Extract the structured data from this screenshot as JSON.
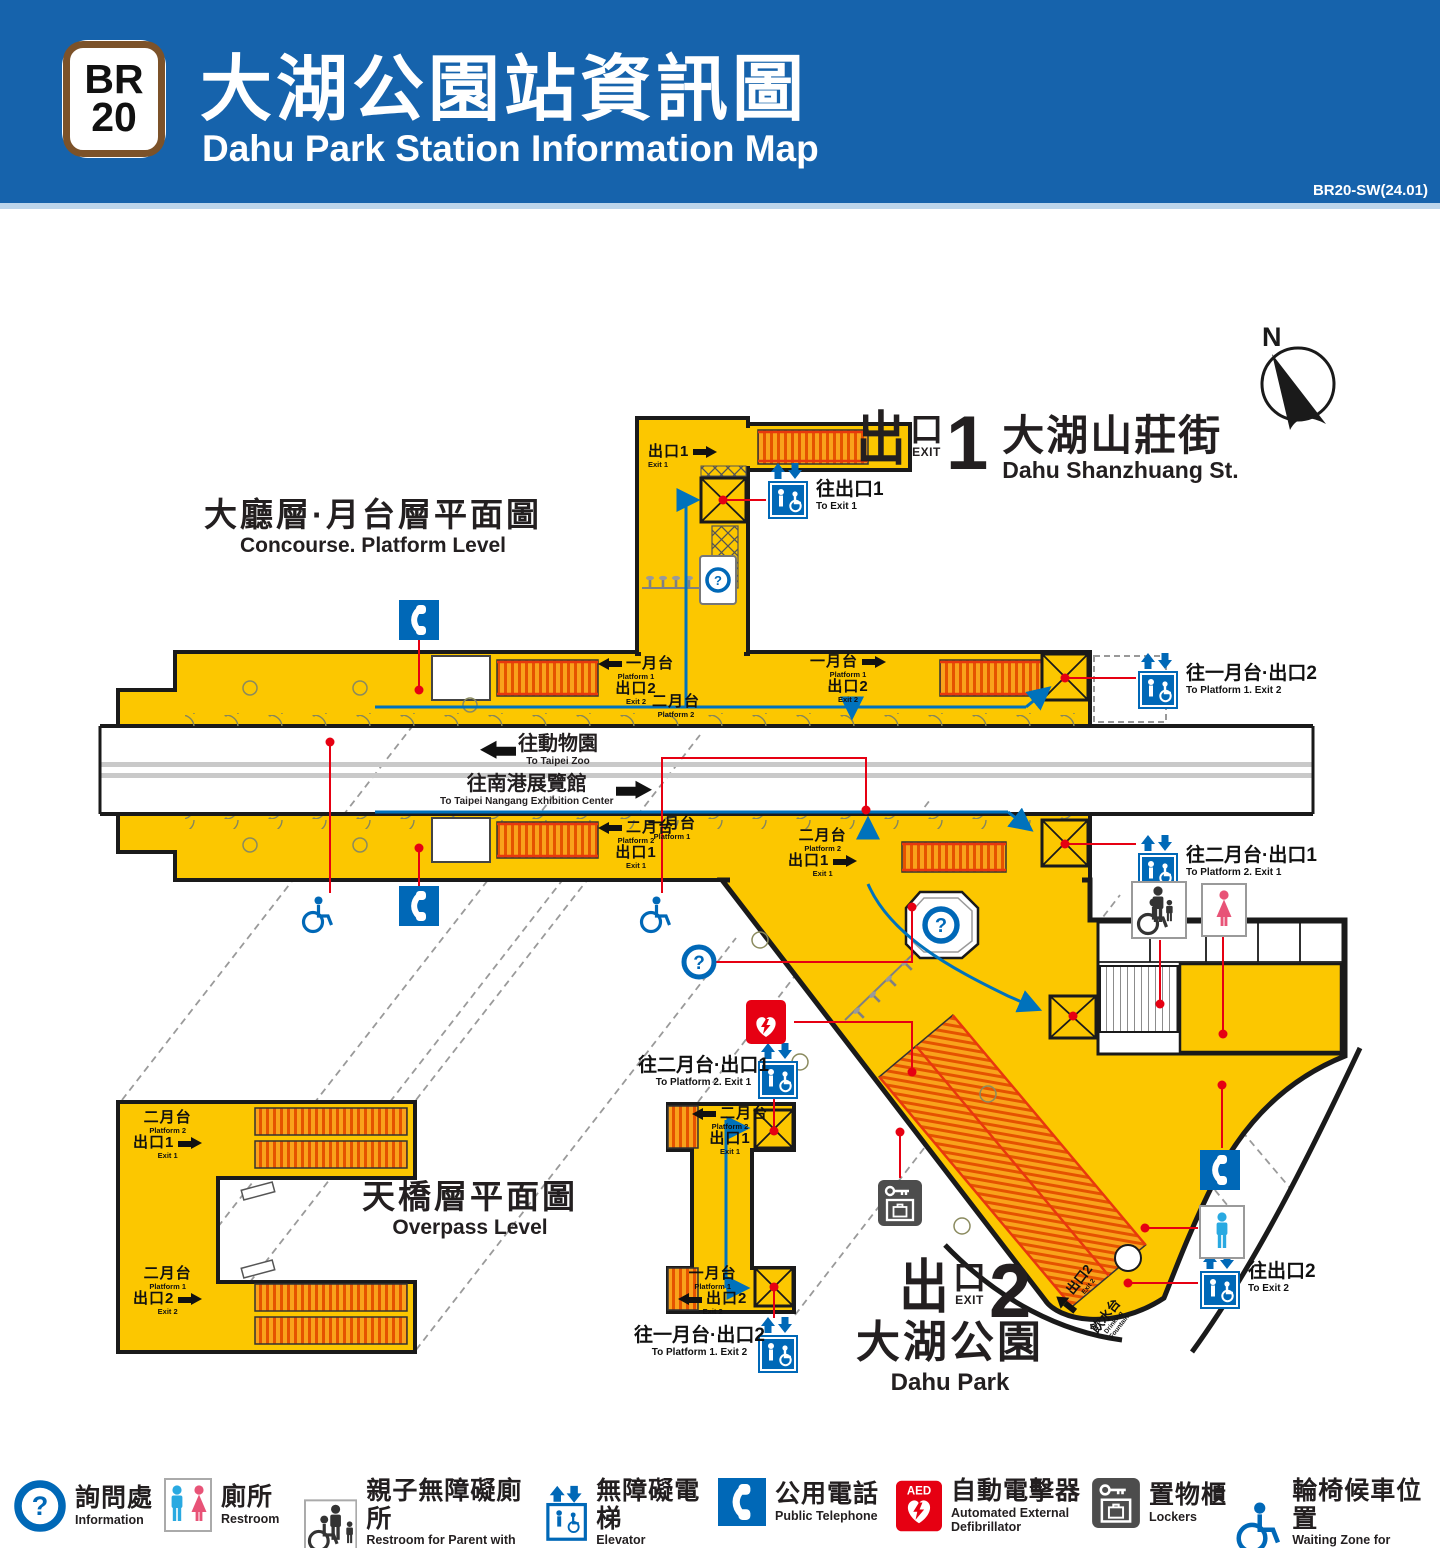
{
  "colors": {
    "header_blue": "#1663AC",
    "line_brown": "#7C5229",
    "map_yellow": "#FCC700",
    "escalator_orange": "#F9A21B",
    "accent_blue": "#0068B7",
    "route_blue": "#0072BC",
    "callout_red": "#E60012",
    "female_pink": "#E85377",
    "male_blue": "#29A9E1",
    "locker_gray": "#4D4D4D"
  },
  "header": {
    "badge_line": "BR",
    "badge_number": "20",
    "title_zh": "大湖公園站資訊圖",
    "title_en": "Dahu Park Station Information Map",
    "version": "BR20-SW(24.01)"
  },
  "compass": {
    "label": "N"
  },
  "levels": {
    "concourse_zh": "大廳層·月台層平面圖",
    "concourse_en": "Concourse. Platform Level",
    "overpass_zh": "天橋層平面圖",
    "overpass_en": "Overpass Level"
  },
  "exits": {
    "exit1": {
      "chu": "出",
      "kou": "口",
      "exit_en": "EXIT",
      "number": "1",
      "name_zh": "大湖山莊街",
      "name_en": "Dahu Shanzhuang St."
    },
    "exit2": {
      "chu": "出",
      "kou": "口",
      "exit_en": "EXIT",
      "number": "2",
      "name_zh": "大湖公園",
      "name_en": "Dahu Park"
    }
  },
  "tracks": {
    "zoo_zh": "往動物園",
    "zoo_en": "To Taipei Zoo",
    "nangang_zh": "往南港展覽館",
    "nangang_en": "To Taipei Nangang Exhibition Center"
  },
  "platforms": {
    "corridor_exit1": {
      "zh": "出口1",
      "en": "Exit 1"
    },
    "upper_left": {
      "p_zh": "一月台",
      "p_en": "Platform 1",
      "x_zh": "出口2",
      "x_en": "Exit 2"
    },
    "upper_right": {
      "p_zh": "一月台",
      "p_en": "Platform 1",
      "x_zh": "出口2",
      "x_en": "Exit 2"
    },
    "upper_center": {
      "zh": "二月台",
      "en": "Platform 2"
    },
    "lower_center": {
      "zh": "一月台",
      "en": "Platform 1"
    },
    "lower_left": {
      "p_zh": "二月台",
      "p_en": "Platform 2",
      "x_zh": "出口1",
      "x_en": "Exit 1"
    },
    "lower_mid": {
      "p_zh": "二月台",
      "p_en": "Platform 2",
      "x_zh": "出口1",
      "x_en": "Exit 1"
    },
    "t_top": {
      "p_zh": "二月台",
      "p_en": "Platform 2",
      "x_zh": "出口1",
      "x_en": "Exit 1"
    },
    "t_bottom": {
      "p_zh": "一月台",
      "p_en": "Platform 1",
      "x_zh": "出口2",
      "x_en": "Exit 2"
    },
    "c_top": {
      "p_zh": "二月台",
      "p_en": "Platform 2",
      "x_zh": "出口1",
      "x_en": "Exit 1"
    },
    "c_bottom": {
      "p_zh": "二月台",
      "p_en": "Platform 1",
      "x_zh": "出口2",
      "x_en": "Exit 2"
    }
  },
  "routes": {
    "to_exit1": {
      "zh": "往出口1",
      "en": "To Exit 1"
    },
    "to_p1_exit2": {
      "zh": "往一月台·出口2",
      "en": "To Platform 1. Exit 2"
    },
    "to_p2_exit1": {
      "zh": "往二月台·出口1",
      "en": "To Platform 2. Exit 1"
    },
    "ov_to_p2_exit1": {
      "zh": "往二月台·出口1",
      "en": "To Platform 2. Exit 1"
    },
    "ov_to_p1_exit2": {
      "zh": "往一月台·出口2",
      "en": "To Platform 1. Exit 2"
    },
    "to_exit2": {
      "zh": "往出口2",
      "en": "To Exit 2"
    }
  },
  "fan": {
    "exit_zh": "出口2",
    "exit_en": "Exit 2",
    "fountain_zh": "飲水台",
    "fountain_en": "Drinking Fountain"
  },
  "icons": {
    "question": "?",
    "aed": "AED"
  },
  "legend": [
    {
      "zh": "詢問處",
      "en": "Information"
    },
    {
      "zh": "廁所",
      "en": "Restroom"
    },
    {
      "zh": "親子無障礙廁所",
      "en": "Restroom for Parent with Toddler or Disabled Passengers"
    },
    {
      "zh": "無障礙電梯",
      "en": "Elevator"
    },
    {
      "zh": "公用電話",
      "en": "Public Telephone"
    },
    {
      "zh": "自動電擊器",
      "en": "Automated External Defibrillator"
    },
    {
      "zh": "置物櫃",
      "en": "Lockers"
    },
    {
      "zh": "輪椅候車位置",
      "en": "Waiting Zone for Passengers in Wheelchairs"
    }
  ]
}
